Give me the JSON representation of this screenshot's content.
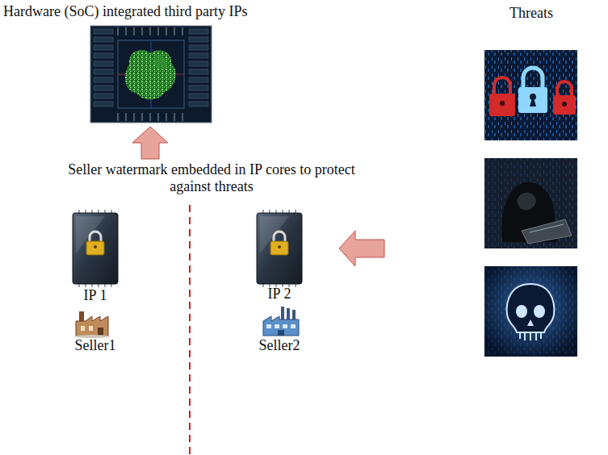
{
  "diagram": {
    "nodes": [
      {
        "text": [
          "Hardware (SoC) integrated third party IPs"
        ]
      },
      {
        "text": [
          "Seller watermark embedded in IP cores to protect against threats"
        ]
      },
      {
        "text": [
          "IP 1",
          "Seller1"
        ]
      },
      {
        "text": [
          "IP 2",
          "Seller2"
        ]
      },
      {
        "text": [
          "Threats"
        ]
      }
    ],
    "edges": [
      {
        "from": 1,
        "to": 0,
        "arrow": "to"
      },
      {
        "from": 4,
        "to": 3,
        "arrow": "to"
      }
    ]
  }
}
